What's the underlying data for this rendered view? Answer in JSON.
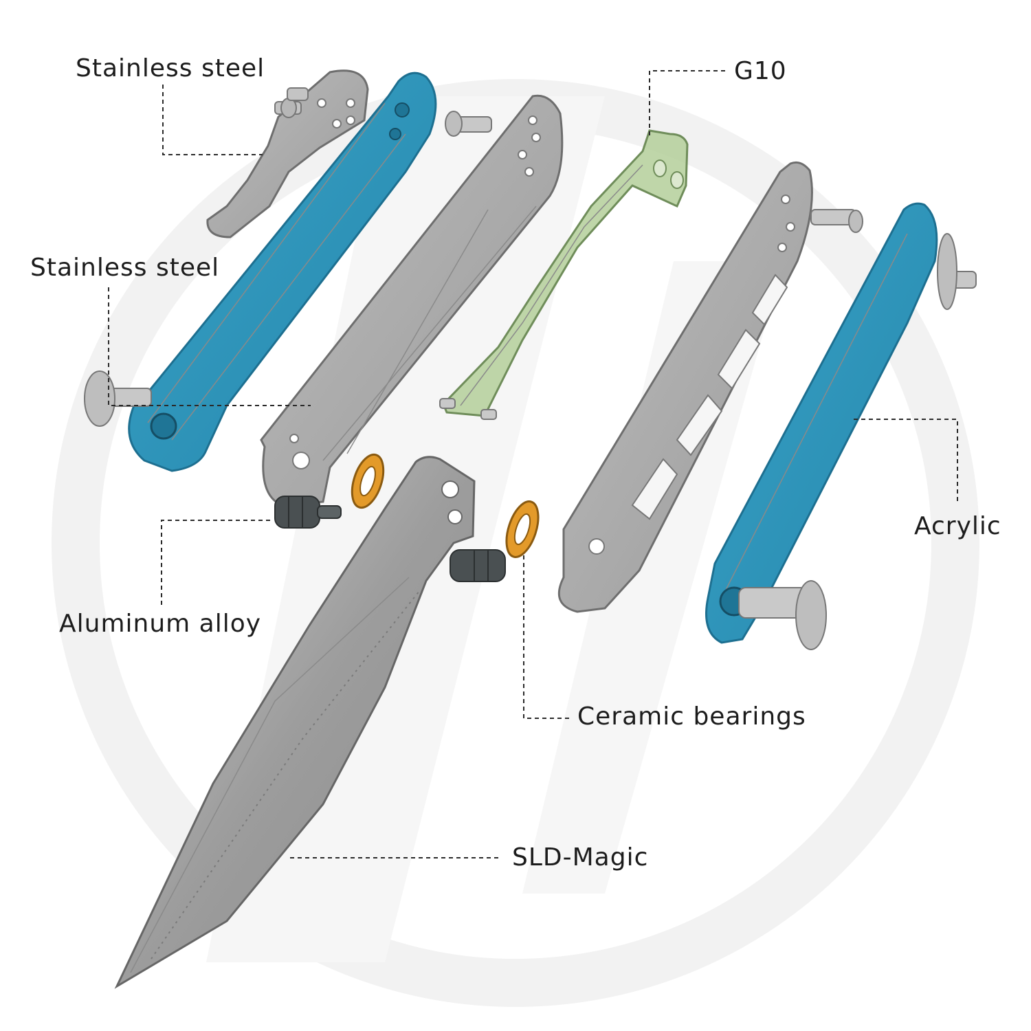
{
  "labels": {
    "clip": "Stainless steel",
    "liner": "Stainless steel",
    "g10": "G10",
    "acrylic": "Acrylic",
    "pivot": "Aluminum alloy",
    "bearings": "Ceramic bearings",
    "blade": "SLD-Magic"
  },
  "colors": {
    "acrylic_blue": "#2c93b8",
    "g10_green": "#a9c98f",
    "steel_gray": "#a8a8a8",
    "bearing_orange": "#e39a2a",
    "pivot_dark": "#4a5052",
    "watermark": "#f1f1f1"
  }
}
